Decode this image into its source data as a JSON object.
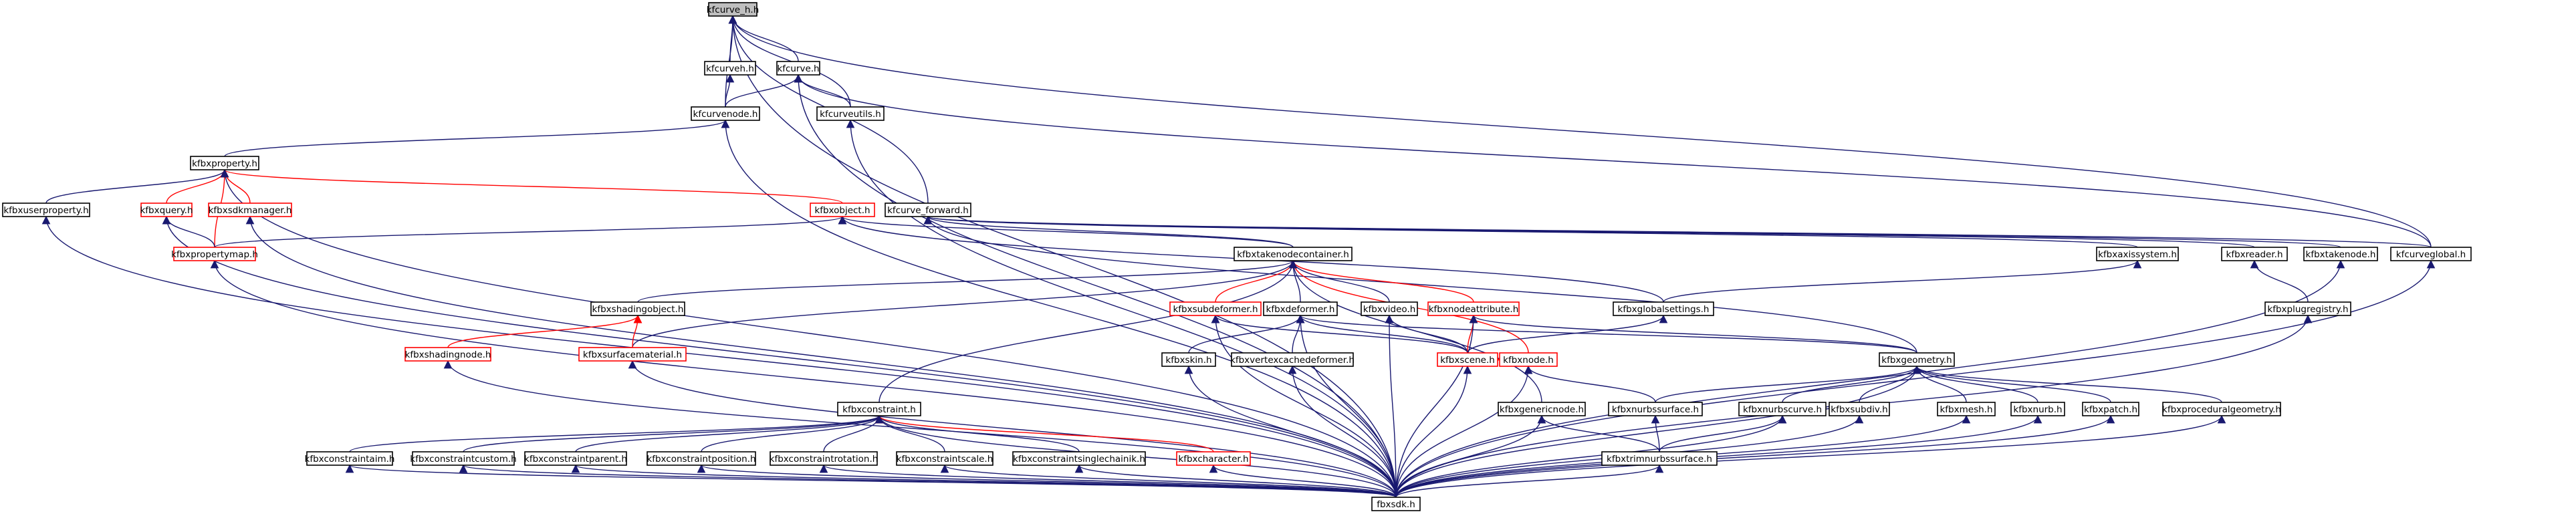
{
  "diagram": {
    "kind": "include-dependency-graph",
    "colors": {
      "edge": "#191970",
      "incomplete_edge": "#ff0000",
      "root_fill": "#bfbfbf",
      "node_border": "#000000",
      "incomplete_border": "#ff0000"
    },
    "nodes": [
      {
        "id": "kfcurve_h",
        "label": "kfcurve_h.h",
        "style": "root"
      },
      {
        "id": "kfcurveh",
        "label": "kfcurveh.h",
        "style": "normal"
      },
      {
        "id": "kfcurve",
        "label": "kfcurve.h",
        "style": "normal"
      },
      {
        "id": "kfcurvenode",
        "label": "kfcurvenode.h",
        "style": "normal"
      },
      {
        "id": "kfcurveutils",
        "label": "kfcurveutils.h",
        "style": "normal"
      },
      {
        "id": "kfbxproperty",
        "label": "kfbxproperty.h",
        "style": "normal"
      },
      {
        "id": "kfbxuserproperty",
        "label": "kfbxuserproperty.h",
        "style": "normal"
      },
      {
        "id": "kfbxquery",
        "label": "kfbxquery.h",
        "style": "incomplete"
      },
      {
        "id": "kfbxsdkmanager",
        "label": "kfbxsdkmanager.h",
        "style": "incomplete"
      },
      {
        "id": "kfbxobject",
        "label": "kfbxobject.h",
        "style": "incomplete"
      },
      {
        "id": "kfcurve_forward",
        "label": "kfcurve_forward.h",
        "style": "normal"
      },
      {
        "id": "kfbxpropertymap",
        "label": "kfbxpropertymap.h",
        "style": "incomplete"
      },
      {
        "id": "kfbxtakenodecontainer",
        "label": "kfbxtakenodecontainer.h",
        "style": "normal"
      },
      {
        "id": "kfbxaxissystem",
        "label": "kfbxaxissystem.h",
        "style": "normal"
      },
      {
        "id": "kfbxreader",
        "label": "kfbxreader.h",
        "style": "normal"
      },
      {
        "id": "kfbxtakenode",
        "label": "kfbxtakenode.h",
        "style": "normal"
      },
      {
        "id": "kfcurveglobal",
        "label": "kfcurveglobal.h",
        "style": "normal"
      },
      {
        "id": "kfbxshadingobject",
        "label": "kfbxshadingobject.h",
        "style": "normal"
      },
      {
        "id": "kfbxsubdeformer",
        "label": "kfbxsubdeformer.h",
        "style": "incomplete"
      },
      {
        "id": "kfbxdeformer",
        "label": "kfbxdeformer.h",
        "style": "normal"
      },
      {
        "id": "kfbxvideo",
        "label": "kfbxvideo.h",
        "style": "normal"
      },
      {
        "id": "kfbxnodeattribute",
        "label": "kfbxnodeattribute.h",
        "style": "incomplete"
      },
      {
        "id": "kfbxglobalsettings",
        "label": "kfbxglobalsettings.h",
        "style": "normal"
      },
      {
        "id": "kfbxplugregistry",
        "label": "kfbxplugregistry.h",
        "style": "normal"
      },
      {
        "id": "kfbxshadingnode",
        "label": "kfbxshadingnode.h",
        "style": "incomplete"
      },
      {
        "id": "kfbxsurfacematerial",
        "label": "kfbxsurfacematerial.h",
        "style": "incomplete"
      },
      {
        "id": "kfbxskin",
        "label": "kfbxskin.h",
        "style": "normal"
      },
      {
        "id": "kfbxvertexcachedeformer",
        "label": "kfbxvertexcachedeformer.h",
        "style": "normal"
      },
      {
        "id": "kfbxscene",
        "label": "kfbxscene.h",
        "style": "incomplete"
      },
      {
        "id": "kfbxnode",
        "label": "kfbxnode.h",
        "style": "incomplete"
      },
      {
        "id": "kfbxgeometry",
        "label": "kfbxgeometry.h",
        "style": "normal"
      },
      {
        "id": "kfbxconstraint",
        "label": "kfbxconstraint.h",
        "style": "normal"
      },
      {
        "id": "kfbxgenericnode",
        "label": "kfbxgenericnode.h",
        "style": "normal"
      },
      {
        "id": "kfbxnurbssurface",
        "label": "kfbxnurbssurface.h",
        "style": "normal"
      },
      {
        "id": "kfbxnurbscurve",
        "label": "kfbxnurbscurve.h",
        "style": "normal"
      },
      {
        "id": "kfbxsubdiv",
        "label": "kfbxsubdiv.h",
        "style": "normal"
      },
      {
        "id": "kfbxmesh",
        "label": "kfbxmesh.h",
        "style": "normal"
      },
      {
        "id": "kfbxnurb",
        "label": "kfbxnurb.h",
        "style": "normal"
      },
      {
        "id": "kfbxpatch",
        "label": "kfbxpatch.h",
        "style": "normal"
      },
      {
        "id": "kfbxproceduralgeometry",
        "label": "kfbxproceduralgeometry.h",
        "style": "normal"
      },
      {
        "id": "kfbxconstraintaim",
        "label": "kfbxconstraintaim.h",
        "style": "normal"
      },
      {
        "id": "kfbxconstraintcustom",
        "label": "kfbxconstraintcustom.h",
        "style": "normal"
      },
      {
        "id": "kfbxconstraintparent",
        "label": "kfbxconstraintparent.h",
        "style": "normal"
      },
      {
        "id": "kfbxconstraintposition",
        "label": "kfbxconstraintposition.h",
        "style": "normal"
      },
      {
        "id": "kfbxconstraintrotation",
        "label": "kfbxconstraintrotation.h",
        "style": "normal"
      },
      {
        "id": "kfbxconstraintscale",
        "label": "kfbxconstraintscale.h",
        "style": "normal"
      },
      {
        "id": "kfbxconstraintsinglechainik",
        "label": "kfbxconstraintsinglechainik.h",
        "style": "normal"
      },
      {
        "id": "kfbxcharacter",
        "label": "kfbxcharacter.h",
        "style": "incomplete"
      },
      {
        "id": "kfbxtrimnurbssurface",
        "label": "kfbxtrimnurbssurface.h",
        "style": "normal"
      },
      {
        "id": "fbxsdk",
        "label": "fbxsdk.h",
        "style": "normal"
      }
    ],
    "edges": [
      [
        "kfcurveh",
        "kfcurve_h"
      ],
      [
        "kfcurve",
        "kfcurve_h"
      ],
      [
        "kfcurvenode",
        "kfcurve_h"
      ],
      [
        "kfcurveutils",
        "kfcurve_h"
      ],
      [
        "kfcurve_forward",
        "kfcurve_h"
      ],
      [
        "kfcurveglobal",
        "kfcurve_h"
      ],
      [
        "fbxsdk",
        "kfcurve_h"
      ],
      [
        "kfcurvenode",
        "kfcurveh"
      ],
      [
        "kfcurvenode",
        "kfcurve"
      ],
      [
        "kfcurveutils",
        "kfcurve"
      ],
      [
        "kfcurveglobal",
        "kfcurve"
      ],
      [
        "fbxsdk",
        "kfcurve"
      ],
      [
        "kfbxproperty",
        "kfcurvenode"
      ],
      [
        "fbxsdk",
        "kfcurvenode"
      ],
      [
        "fbxsdk",
        "kfcurveutils"
      ],
      [
        "kfbxuserproperty",
        "kfbxproperty"
      ],
      [
        "kfbxquery",
        "kfbxproperty"
      ],
      [
        "kfbxsdkmanager",
        "kfbxproperty"
      ],
      [
        "kfbxpropertymap",
        "kfbxproperty"
      ],
      [
        "kfbxobject",
        "kfbxproperty"
      ],
      [
        "fbxsdk",
        "kfbxproperty"
      ],
      [
        "fbxsdk",
        "kfbxuserproperty"
      ],
      [
        "kfbxpropertymap",
        "kfbxquery"
      ],
      [
        "fbxsdk",
        "kfbxquery"
      ],
      [
        "fbxsdk",
        "kfbxsdkmanager"
      ],
      [
        "fbxsdk",
        "kfbxpropertymap"
      ],
      [
        "kfbxpropertymap",
        "kfbxobject"
      ],
      [
        "kfbxtakenodecontainer",
        "kfbxobject"
      ],
      [
        "kfbxglobalsettings",
        "kfbxobject"
      ],
      [
        "kfbxtakenodecontainer",
        "kfcurve_forward"
      ],
      [
        "kfbxaxissystem",
        "kfcurve_forward"
      ],
      [
        "kfbxreader",
        "kfcurve_forward"
      ],
      [
        "kfbxtakenode",
        "kfcurve_forward"
      ],
      [
        "kfcurveglobal",
        "kfcurve_forward"
      ],
      [
        "kfbxgeometry",
        "kfcurve_forward"
      ],
      [
        "kfbxglobalsettings",
        "kfbxaxissystem"
      ],
      [
        "kfbxplugregistry",
        "kfbxreader"
      ],
      [
        "fbxsdk",
        "kfbxtakenode"
      ],
      [
        "fbxsdk",
        "kfcurveglobal"
      ],
      [
        "fbxsdk",
        "kfbxplugregistry"
      ],
      [
        "kfbxshadingobject",
        "kfbxtakenodecontainer"
      ],
      [
        "kfbxsubdeformer",
        "kfbxtakenodecontainer"
      ],
      [
        "kfbxdeformer",
        "kfbxtakenodecontainer"
      ],
      [
        "kfbxvideo",
        "kfbxtakenodecontainer"
      ],
      [
        "kfbxnodeattribute",
        "kfbxtakenodecontainer"
      ],
      [
        "kfbxsurfacematerial",
        "kfbxtakenodecontainer"
      ],
      [
        "kfbxconstraint",
        "kfbxtakenodecontainer"
      ],
      [
        "kfbxnode",
        "kfbxtakenodecontainer"
      ],
      [
        "kfbxgenericnode",
        "kfbxtakenodecontainer"
      ],
      [
        "kfbxshadingnode",
        "kfbxshadingobject"
      ],
      [
        "kfbxsurfacematerial",
        "kfbxshadingobject"
      ],
      [
        "kfbxscene",
        "kfbxsubdeformer"
      ],
      [
        "fbxsdk",
        "kfbxsubdeformer"
      ],
      [
        "kfbxskin",
        "kfbxdeformer"
      ],
      [
        "kfbxvertexcachedeformer",
        "kfbxdeformer"
      ],
      [
        "kfbxscene",
        "kfbxdeformer"
      ],
      [
        "kfbxgeometry",
        "kfbxdeformer"
      ],
      [
        "fbxsdk",
        "kfbxdeformer"
      ],
      [
        "kfbxscene",
        "kfbxvideo"
      ],
      [
        "fbxsdk",
        "kfbxvideo"
      ],
      [
        "kfbxscene",
        "kfbxnodeattribute"
      ],
      [
        "kfbxgeometry",
        "kfbxnodeattribute"
      ],
      [
        "fbxsdk",
        "kfbxnodeattribute"
      ],
      [
        "kfbxscene",
        "kfbxglobalsettings"
      ],
      [
        "fbxsdk",
        "kfbxshadingnode"
      ],
      [
        "fbxsdk",
        "kfbxsurfacematerial"
      ],
      [
        "fbxsdk",
        "kfbxskin"
      ],
      [
        "fbxsdk",
        "kfbxvertexcachedeformer"
      ],
      [
        "fbxsdk",
        "kfbxscene"
      ],
      [
        "kfbxscene",
        "kfbxnode"
      ],
      [
        "kfbxnurbssurface",
        "kfbxnode"
      ],
      [
        "fbxsdk",
        "kfbxnode"
      ],
      [
        "kfbxnurbssurface",
        "kfbxgeometry"
      ],
      [
        "kfbxnurbscurve",
        "kfbxgeometry"
      ],
      [
        "kfbxsubdiv",
        "kfbxgeometry"
      ],
      [
        "kfbxmesh",
        "kfbxgeometry"
      ],
      [
        "kfbxnurb",
        "kfbxgeometry"
      ],
      [
        "kfbxpatch",
        "kfbxgeometry"
      ],
      [
        "kfbxproceduralgeometry",
        "kfbxgeometry"
      ],
      [
        "fbxsdk",
        "kfbxgeometry"
      ],
      [
        "kfbxconstraintaim",
        "kfbxconstraint"
      ],
      [
        "kfbxconstraintcustom",
        "kfbxconstraint"
      ],
      [
        "kfbxconstraintparent",
        "kfbxconstraint"
      ],
      [
        "kfbxconstraintposition",
        "kfbxconstraint"
      ],
      [
        "kfbxconstraintrotation",
        "kfbxconstraint"
      ],
      [
        "kfbxconstraintscale",
        "kfbxconstraint"
      ],
      [
        "kfbxconstraintsinglechainik",
        "kfbxconstraint"
      ],
      [
        "kfbxcharacter",
        "kfbxconstraint"
      ],
      [
        "fbxsdk",
        "kfbxconstraint"
      ],
      [
        "kfbxtrimnurbssurface",
        "kfbxgenericnode"
      ],
      [
        "fbxsdk",
        "kfbxgenericnode"
      ],
      [
        "kfbxtrimnurbssurface",
        "kfbxnurbssurface"
      ],
      [
        "kfbxtrimnurbssurface",
        "kfbxnurbscurve"
      ],
      [
        "fbxsdk",
        "kfbxnurbscurve"
      ],
      [
        "fbxsdk",
        "kfbxsubdiv"
      ],
      [
        "fbxsdk",
        "kfbxmesh"
      ],
      [
        "fbxsdk",
        "kfbxnurb"
      ],
      [
        "fbxsdk",
        "kfbxpatch"
      ],
      [
        "fbxsdk",
        "kfbxproceduralgeometry"
      ],
      [
        "fbxsdk",
        "kfbxconstraintaim"
      ],
      [
        "fbxsdk",
        "kfbxconstraintcustom"
      ],
      [
        "fbxsdk",
        "kfbxconstraintparent"
      ],
      [
        "fbxsdk",
        "kfbxconstraintposition"
      ],
      [
        "fbxsdk",
        "kfbxconstraintrotation"
      ],
      [
        "fbxsdk",
        "kfbxconstraintscale"
      ],
      [
        "fbxsdk",
        "kfbxconstraintsinglechainik"
      ],
      [
        "fbxsdk",
        "kfbxcharacter"
      ],
      [
        "fbxsdk",
        "kfbxtrimnurbssurface"
      ]
    ],
    "incomplete_edges": [
      [
        "kfbxquery",
        "kfbxproperty"
      ],
      [
        "kfbxsdkmanager",
        "kfbxproperty"
      ],
      [
        "kfbxpropertymap",
        "kfbxproperty"
      ],
      [
        "kfbxobject",
        "kfbxproperty"
      ],
      [
        "kfbxsubdeformer",
        "kfbxtakenodecontainer"
      ],
      [
        "kfbxnodeattribute",
        "kfbxtakenodecontainer"
      ],
      [
        "kfbxnode",
        "kfbxtakenodecontainer"
      ],
      [
        "kfbxshadingnode",
        "kfbxshadingobject"
      ],
      [
        "kfbxsurfacematerial",
        "kfbxshadingobject"
      ],
      [
        "kfbxcharacter",
        "kfbxconstraint"
      ],
      [
        "kfbxscene",
        "kfbxnodeattribute"
      ],
      [
        "kfbxscene",
        "kfbxnode"
      ]
    ]
  }
}
